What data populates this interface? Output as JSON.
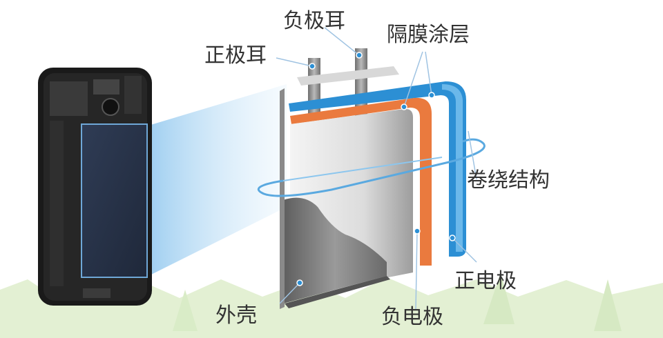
{
  "labels": {
    "negative_tab": "负极耳",
    "positive_tab": "正极耳",
    "separator_coating": "隔膜涂层",
    "winding_structure": "卷绕结构",
    "positive_electrode": "正电极",
    "casing": "外壳",
    "negative_electrode": "负电极"
  },
  "colors": {
    "ground_green": "#e3f0d3",
    "phone_body": "#1a1a1a",
    "battery_panel": "#2e3a52",
    "projection_blue": "#a9d3f2",
    "separator_blue": "#2c8fd4",
    "electrode_orange": "#ea7a3e",
    "casing_gray": "#7c7c7c"
  },
  "icons": {
    "phone": "phone-internals-icon",
    "battery": "battery-cell-icon"
  }
}
